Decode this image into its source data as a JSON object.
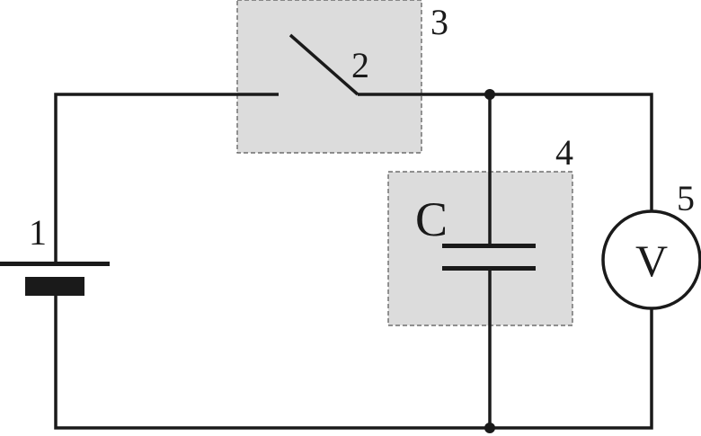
{
  "diagram": {
    "labels": {
      "battery": "1",
      "switch": "2",
      "switch_box": "3",
      "capacitor_box": "4",
      "voltmeter": "5",
      "capacitor_symbol": "C",
      "voltmeter_symbol": "V"
    },
    "colors": {
      "wire": "#1a1a1a",
      "box_fill": "#dcdcdc",
      "box_border": "#555555",
      "background": "#ffffff"
    },
    "icons": {
      "battery": "battery-icon",
      "switch": "switch-icon",
      "capacitor": "capacitor-icon",
      "voltmeter": "voltmeter-icon",
      "junction": "junction-dot-icon"
    }
  }
}
